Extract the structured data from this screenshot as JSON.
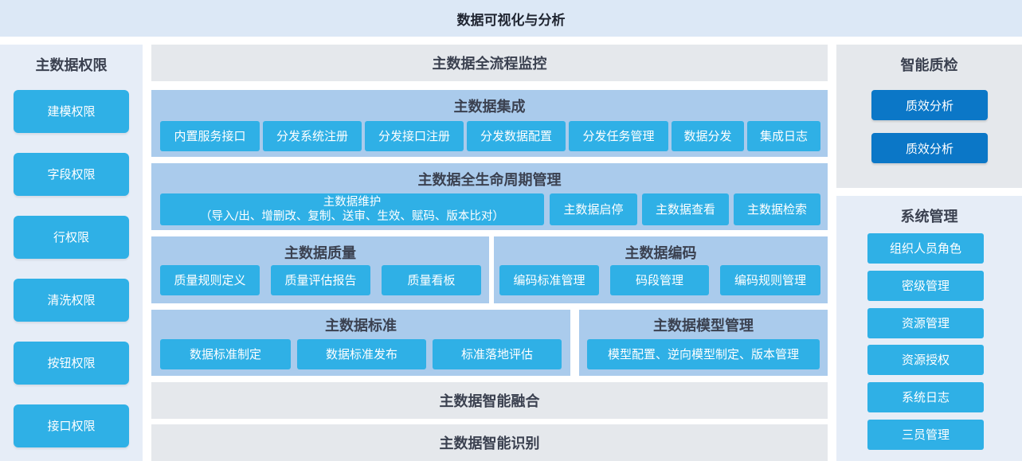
{
  "header": {
    "title": "数据可视化与分析"
  },
  "left": {
    "title": "主数据权限",
    "items": [
      "建模权限",
      "字段权限",
      "行权限",
      "清洗权限",
      "按钮权限",
      "接口权限"
    ]
  },
  "monitor": {
    "title": "主数据全流程监控"
  },
  "integration": {
    "title": "主数据集成",
    "items": [
      "内置服务接口",
      "分发系统注册",
      "分发接口注册",
      "分发数据配置",
      "分发任务管理",
      "数据分发",
      "集成日志"
    ]
  },
  "lifecycle": {
    "title": "主数据全生命周期管理",
    "maintain": {
      "line1": "主数据维护",
      "line2": "（导入/出、增删改、复制、送审、生效、赋码、版本比对）"
    },
    "items": [
      "主数据启停",
      "主数据查看",
      "主数据检索"
    ]
  },
  "quality": {
    "title": "主数据质量",
    "items": [
      "质量规则定义",
      "质量评估报告",
      "质量看板"
    ]
  },
  "coding": {
    "title": "主数据编码",
    "items": [
      "编码标准管理",
      "码段管理",
      "编码规则管理"
    ]
  },
  "standard": {
    "title": "主数据标准",
    "items": [
      "数据标准制定",
      "数据标准发布",
      "标准落地评估"
    ]
  },
  "model": {
    "title": "主数据模型管理",
    "item": "模型配置、逆向模型制定、版本管理"
  },
  "fusion": {
    "title": "主数据智能融合"
  },
  "recognition": {
    "title": "主数据智能识别"
  },
  "qc": {
    "title": "智能质检",
    "items": [
      "质效分析",
      "质效分析"
    ]
  },
  "sysmgmt": {
    "title": "系统管理",
    "items": [
      "组织人员角色",
      "密级管理",
      "资源管理",
      "资源授权",
      "系统日志",
      "三员管理"
    ]
  }
}
